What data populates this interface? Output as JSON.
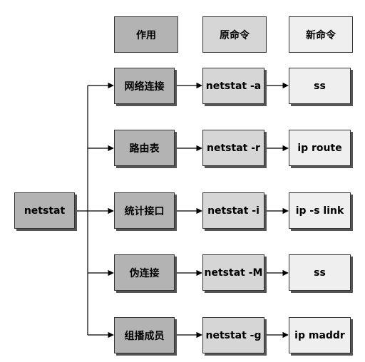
{
  "root": {
    "label": "netstat"
  },
  "headers": [
    "作用",
    "原命令",
    "新命令"
  ],
  "rows": [
    {
      "function": "网络连接",
      "old": "netstat -a",
      "new": "ss"
    },
    {
      "function": "路由表",
      "old": "netstat -r",
      "new": "ip route"
    },
    {
      "function": "统计接口",
      "old": "netstat -i",
      "new": "ip -s link"
    },
    {
      "function": "伪连接",
      "old": "netstat -M",
      "new": "ss"
    },
    {
      "function": "组播成员",
      "old": "netstat -g",
      "new": "ip maddr"
    }
  ],
  "colors": {
    "dark": "#b3b3b3",
    "mid": "#d6d6d6",
    "light": "#efefef",
    "line": "#000000"
  }
}
